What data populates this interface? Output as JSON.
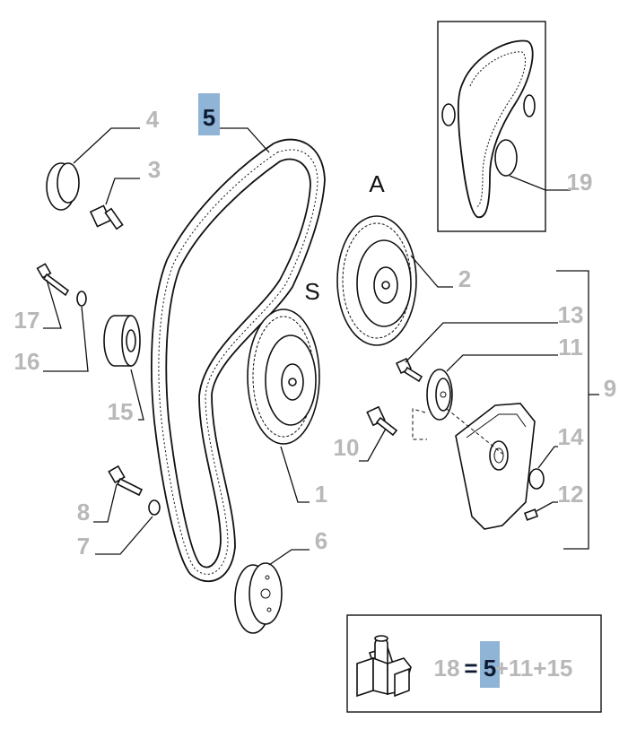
{
  "callouts": {
    "c1": "1",
    "c2": "2",
    "c3": "3",
    "c4": "4",
    "c5": "5",
    "c6": "6",
    "c7": "7",
    "c8": "8",
    "c9": "9",
    "c10": "10",
    "c11": "11",
    "c12": "12",
    "c13": "13",
    "c14": "14",
    "c15": "15",
    "c16": "16",
    "c17": "17",
    "c19": "19"
  },
  "letters": {
    "a": "A",
    "s": "S"
  },
  "kit": {
    "number": "18",
    "equals": "=",
    "highlight": "5",
    "rest": "+11+15"
  },
  "colors": {
    "highlight": "#8fb4d6",
    "callout_gray": "#b8b8b8"
  },
  "icons": {
    "kit": "parts-kit-icon"
  }
}
